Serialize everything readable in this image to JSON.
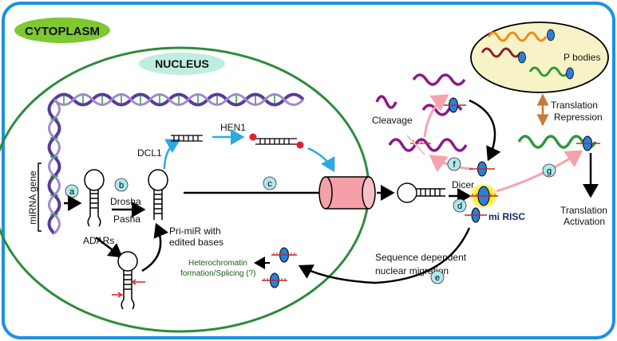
{
  "compartments": {
    "cytoplasm": "CYTOPLASM",
    "nucleus": "NUCLEUS",
    "p_bodies": "P bodies"
  },
  "gene_label": "miRNA gene",
  "enzymes": {
    "dcl1": "DCL1",
    "hen1": "HEN1",
    "drosha": "Drosha",
    "pasha": "Pasha",
    "adars": "ADARs",
    "dicer": "Dicer"
  },
  "labels": {
    "pri_mir_edited": [
      "Pri-miR with",
      "edited bases"
    ],
    "heterochromatin": "Heterochromatin",
    "splicing": "formation/Splicing (?)",
    "cleavage": "Cleavage",
    "mi_risc": "mi RISC",
    "translation_repression": [
      "Translation",
      "Repression"
    ],
    "translation_activation": [
      "Translation",
      "Activation"
    ],
    "sequence_dependent": "Sequence dependent",
    "nuclear_migration": "nuclear migration"
  },
  "steps": [
    "a",
    "b",
    "c",
    "d",
    "e",
    "f",
    "g"
  ],
  "colors": {
    "border_blue": "#1e90e0",
    "nucleus_green": "#2e8b3e",
    "cytoplasm_badge": "#7ec832",
    "nucleus_badge": "#bfeee0",
    "p_body_fill": "#f7f3c6",
    "pore_pink": "#f5a0a8",
    "arrow_blue": "#2ea8e0",
    "arrow_pink": "#f4a3ad",
    "arrow_brown": "#c87a3a",
    "step_circle": "#aee8ee",
    "risc_blue": "#2a7fd8",
    "risc_glow": "#f5e300",
    "mrna_purple": "#8b1a8b",
    "mrna_green": "#2e9a3a",
    "mrna_orange": "#f08a1a",
    "mrna_maroon": "#8b2030",
    "mirna_red": "#c0282a",
    "helix_purple": "#5a3a9a"
  }
}
